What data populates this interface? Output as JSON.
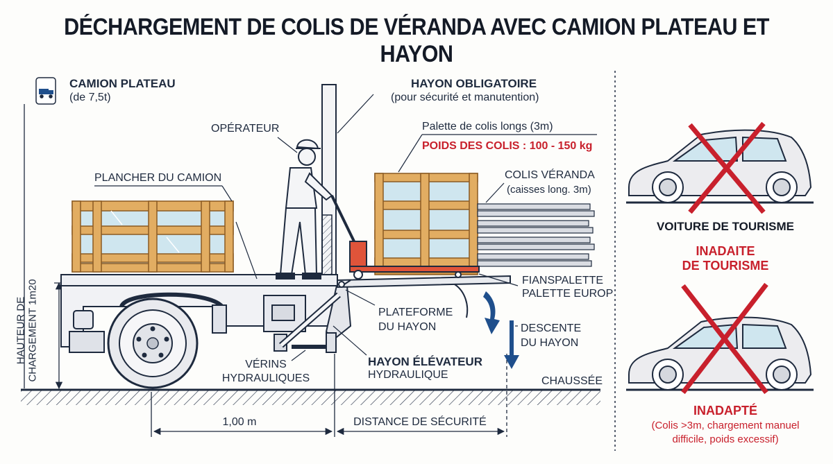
{
  "title": "DÉCHARGEMENT DE COLIS DE VÉRANDA AVEC CAMION PLATEAU ET HAYON",
  "icon": "truck-icon",
  "colors": {
    "ink": "#1e2a3e",
    "wood": "#e2ad62",
    "wood_dark": "#8a5a22",
    "glass": "#cfe6ef",
    "pallet_truck": "#e0543a",
    "red": "#c8202c",
    "arrow_blue": "#1f4f8c",
    "car": "#e8e8ea"
  },
  "labels": {
    "camion_plateau": "CAMION PLATEAU",
    "camion_plateau_sub": "(de 7,5t)",
    "hayon_obligatoire": "HAYON OBLIGATOIRE",
    "hayon_obligatoire_sub": "(pour sécurité et manutention)",
    "operateur": "OPÉRATEUR",
    "palette_colis": "Palette de colis longs (3m)",
    "poids_colis": "POIDS DES COLIS : 100 - 150 kg",
    "plancher": "PLANCHER DU CAMION",
    "colis_veranda": "COLIS VÉRANDA",
    "colis_veranda_sub": "(caisses long. 3m)",
    "hauteur_1": "HAUTEUR DE",
    "hauteur_2": "CHARGEMENT 1m20",
    "fianspalette": "FIANSPALETTE",
    "palette_europ": "PALETTE EUROP",
    "plateforme_1": "PLATEFORME",
    "plateforme_2": "DU HAYON",
    "descente_1": "DESCENTE",
    "descente_2": "DU HAYON",
    "verins_1": "VÉRINS",
    "verins_2": "HYDRAULIQUES",
    "hayon_elevateur": "HAYON ÉLÉVATEUR",
    "hayon_elevateur_sub": "HYDRAULIQUE",
    "chaussee": "CHAUSSÉE",
    "dim_1m": "1,00 m",
    "dim_securite": "DISTANCE DE SÉCURITÉ",
    "voiture_tourisme": "VOITURE DE TOURISME",
    "inadaite_1": "INADAITE",
    "inadaite_2": "DE TOURISME",
    "inadapte": "INADAPTÉ",
    "inadapte_sub_1": "(Colis >3m, chargement manuel",
    "inadapte_sub_2": "difficile, poids excessif)"
  }
}
